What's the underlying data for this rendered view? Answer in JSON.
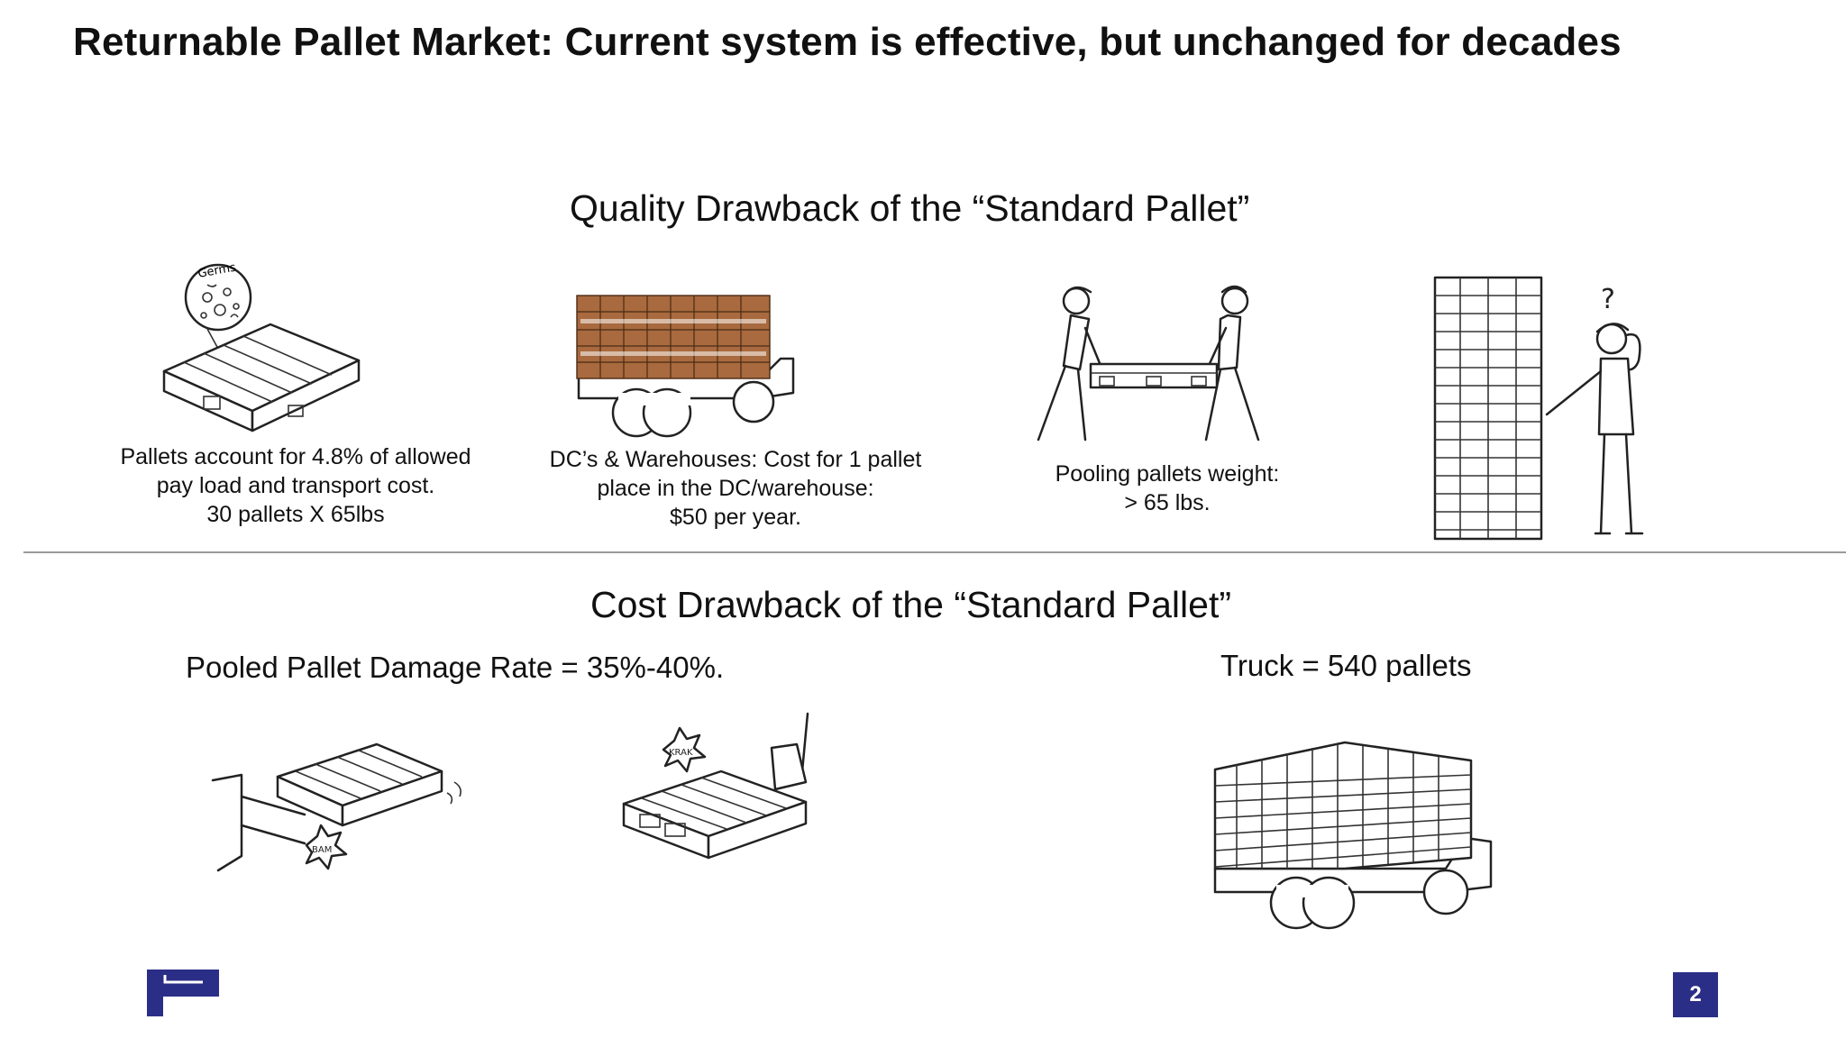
{
  "title": "Returnable Pallet Market:  Current system is effective, but unchanged for decades",
  "quality_section": {
    "heading": "Quality Drawback of the “Standard Pallet”",
    "items": [
      {
        "icon": "germs-pallet-illustration",
        "badge_text": "Germs",
        "lines": [
          "Pallets account for 4.8% of allowed",
          "pay load and transport cost.",
          "30 pallets X 65lbs"
        ]
      },
      {
        "icon": "loaded-truck-illustration",
        "lines": [
          "DC’s & Warehouses: Cost for 1 pallet",
          "place in the DC/warehouse:",
          "$50 per year."
        ]
      },
      {
        "icon": "workers-carrying-pallet-illustration",
        "lines": [
          "Pooling pallets weight:",
          "> 65 lbs."
        ]
      },
      {
        "icon": "pallet-stack-confused-person-illustration",
        "lines": []
      }
    ]
  },
  "cost_section": {
    "heading": "Cost Drawback of the “Standard Pallet”",
    "damage_rate": "Pooled Pallet Damage Rate = 35%-40%.",
    "truck_capacity": "Truck = 540 pallets",
    "sound_effects": [
      "BAM",
      "KRAK"
    ]
  },
  "footer": {
    "page_number": "2",
    "logo_color": "#2b2e87"
  }
}
